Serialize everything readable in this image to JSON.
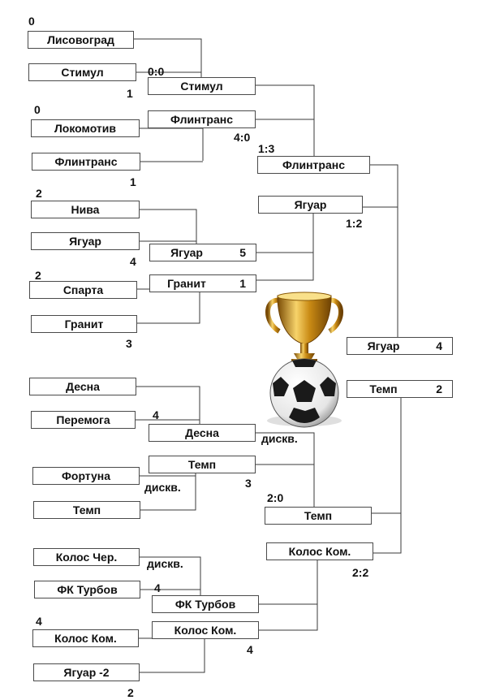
{
  "round1": [
    {
      "team": "Лисовоград",
      "goals": "0"
    },
    {
      "team": "Стимул",
      "goals": "1"
    },
    {
      "team": "Локомотив",
      "goals": "0"
    },
    {
      "team": "Флинтранс",
      "goals": "1"
    },
    {
      "team": "Нива",
      "goals": "2"
    },
    {
      "team": "Ягуар",
      "goals": "4"
    },
    {
      "team": "Спарта",
      "goals": "2"
    },
    {
      "team": "Гранит",
      "goals": "3"
    },
    {
      "team": "Десна",
      "goals": ""
    },
    {
      "team": "Перемога",
      "goals": "4"
    },
    {
      "team": "Фортуна",
      "goals": "дискв."
    },
    {
      "team": "Темп",
      "goals": ""
    },
    {
      "team": "Колос Чер.",
      "goals": "дискв."
    },
    {
      "team": "ФК Турбов",
      "goals": "4"
    },
    {
      "team": "Колос Ком.",
      "goals": "4"
    },
    {
      "team": "Ягуар -2",
      "goals": "2"
    }
  ],
  "round2": [
    {
      "team": "Стимул",
      "result": "0:0"
    },
    {
      "team": "Флинтранс",
      "result": "4:0"
    },
    {
      "team": "Ягуар",
      "result": "5"
    },
    {
      "team": "Гранит",
      "result": "1"
    },
    {
      "team": "Десна",
      "result": "дискв."
    },
    {
      "team": "Темп",
      "result": "3"
    },
    {
      "team": "ФК Турбов",
      "result": ""
    },
    {
      "team": "Колос Ком.",
      "result": "4"
    }
  ],
  "semifinals": [
    {
      "team": "Флинтранс",
      "result": "1:3"
    },
    {
      "team": "Ягуар",
      "result": "1:2"
    },
    {
      "team": "Темп",
      "result": "2:0"
    },
    {
      "team": "Колос Ком.",
      "result": "2:2"
    }
  ],
  "final": [
    {
      "team": "Ягуар",
      "goals": "4"
    },
    {
      "team": "Темп",
      "goals": "2"
    }
  ],
  "colors": {
    "line": "#3a3a3a",
    "box_border": "#4a4a4a"
  },
  "icons": [
    "trophy-icon",
    "soccer-ball-icon"
  ]
}
